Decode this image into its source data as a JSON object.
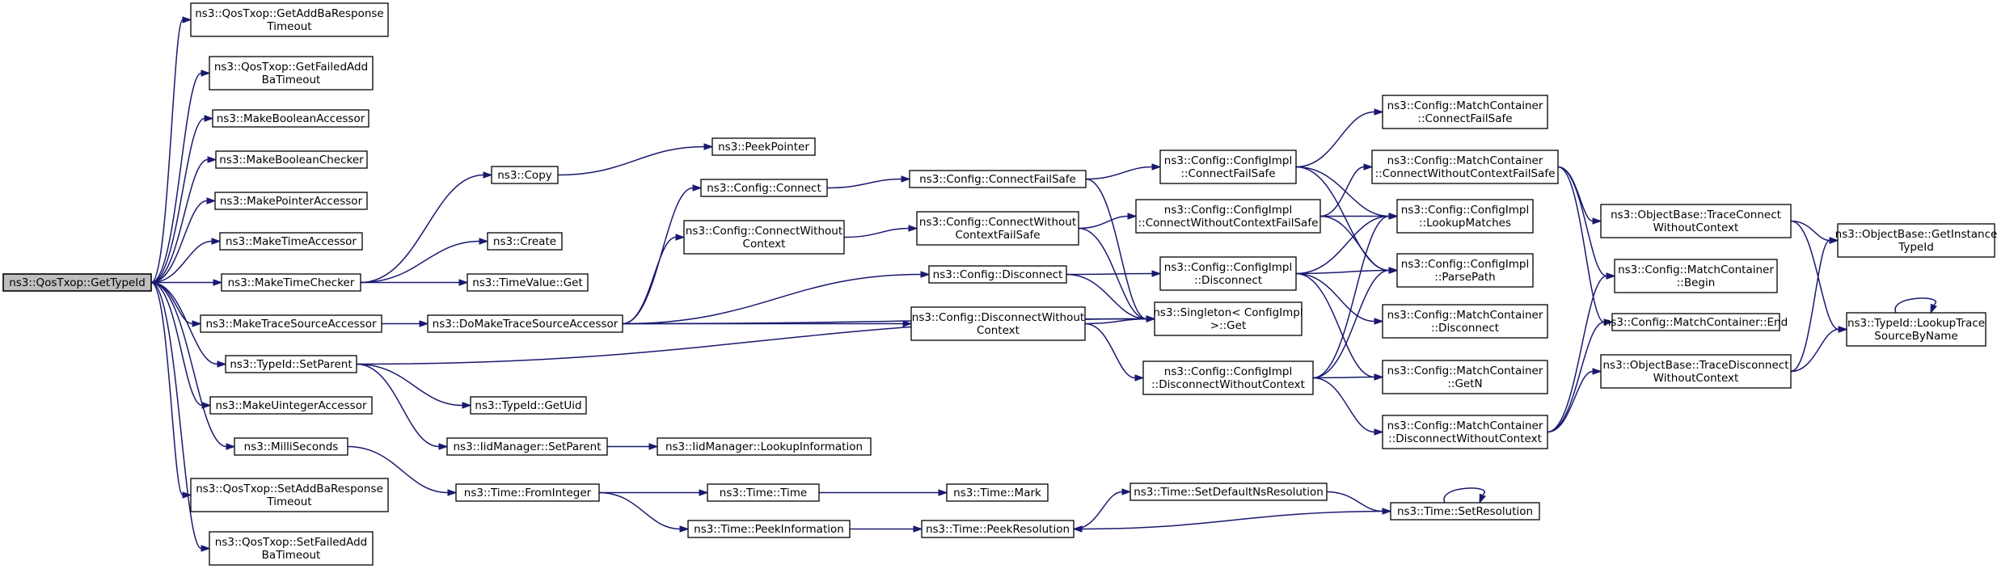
{
  "diagram": {
    "colors": {
      "edge": "#191970",
      "root_fill": "#bfbfbf",
      "node_fill": "#ffffff",
      "border": "#000000"
    },
    "nodes": [
      {
        "id": "getTypeId",
        "lines": [
          "ns3::QosTxop::GetTypeId"
        ]
      },
      {
        "id": "getAddBaResponseTimeout",
        "lines": [
          "ns3::QosTxop::GetAddBaResponse",
          "Timeout"
        ]
      },
      {
        "id": "getFailedAddBaTimeout",
        "lines": [
          "ns3::QosTxop::GetFailedAdd",
          "BaTimeout"
        ]
      },
      {
        "id": "makeBooleanAccessor",
        "lines": [
          "ns3::MakeBooleanAccessor"
        ]
      },
      {
        "id": "makeBooleanChecker",
        "lines": [
          "ns3::MakeBooleanChecker"
        ]
      },
      {
        "id": "makePointerAccessor",
        "lines": [
          "ns3::MakePointerAccessor"
        ]
      },
      {
        "id": "makeTimeAccessor",
        "lines": [
          "ns3::MakeTimeAccessor"
        ]
      },
      {
        "id": "makeTimeChecker",
        "lines": [
          "ns3::MakeTimeChecker"
        ]
      },
      {
        "id": "makeTraceSourceAccessor",
        "lines": [
          "ns3::MakeTraceSourceAccessor"
        ]
      },
      {
        "id": "typeIdSetParent",
        "lines": [
          "ns3::TypeId::SetParent"
        ]
      },
      {
        "id": "makeUintegerAccessor",
        "lines": [
          "ns3::MakeUintegerAccessor"
        ]
      },
      {
        "id": "milliSeconds",
        "lines": [
          "ns3::MilliSeconds"
        ]
      },
      {
        "id": "setAddBaResponseTimeout",
        "lines": [
          "ns3::QosTxop::SetAddBaResponse",
          "Timeout"
        ]
      },
      {
        "id": "setFailedAddBaTimeout",
        "lines": [
          "ns3::QosTxop::SetFailedAdd",
          "BaTimeout"
        ]
      },
      {
        "id": "copy",
        "lines": [
          "ns3::Copy"
        ]
      },
      {
        "id": "create",
        "lines": [
          "ns3::Create"
        ]
      },
      {
        "id": "timeValueGet",
        "lines": [
          "ns3::TimeValue::Get"
        ]
      },
      {
        "id": "doMakeTraceSourceAccessor",
        "lines": [
          "ns3::DoMakeTraceSourceAccessor"
        ]
      },
      {
        "id": "typeIdGetUid",
        "lines": [
          "ns3::TypeId::GetUid"
        ]
      },
      {
        "id": "iidManagerSetParent",
        "lines": [
          "ns3::IidManager::SetParent"
        ]
      },
      {
        "id": "timeFromInteger",
        "lines": [
          "ns3::Time::FromInteger"
        ]
      },
      {
        "id": "peekPointer",
        "lines": [
          "ns3::PeekPointer"
        ]
      },
      {
        "id": "configConnect",
        "lines": [
          "ns3::Config::Connect"
        ]
      },
      {
        "id": "configConnectWithoutContext",
        "lines": [
          "ns3::Config::ConnectWithout",
          "Context"
        ]
      },
      {
        "id": "iidManagerLookupInformation",
        "lines": [
          "ns3::IidManager::LookupInformation"
        ]
      },
      {
        "id": "timeTime",
        "lines": [
          "ns3::Time::Time"
        ]
      },
      {
        "id": "timePeekInformation",
        "lines": [
          "ns3::Time::PeekInformation"
        ]
      },
      {
        "id": "configConnectFailSafe",
        "lines": [
          "ns3::Config::ConnectFailSafe"
        ]
      },
      {
        "id": "configConnectWithoutContextFailSafe",
        "lines": [
          "ns3::Config::ConnectWithout",
          "ContextFailSafe"
        ]
      },
      {
        "id": "configDisconnect",
        "lines": [
          "ns3::Config::Disconnect"
        ]
      },
      {
        "id": "configDisconnectWithoutContext",
        "lines": [
          "ns3::Config::DisconnectWithout",
          "Context"
        ]
      },
      {
        "id": "timeMark",
        "lines": [
          "ns3::Time::Mark"
        ]
      },
      {
        "id": "timePeekResolution",
        "lines": [
          "ns3::Time::PeekResolution"
        ]
      },
      {
        "id": "implConnectFailSafe",
        "lines": [
          "ns3::Config::ConfigImpl",
          "::ConnectFailSafe"
        ]
      },
      {
        "id": "implConnectWithoutContextFailSafe",
        "lines": [
          "ns3::Config::ConfigImpl",
          "::ConnectWithoutContextFailSafe"
        ]
      },
      {
        "id": "implDisconnect",
        "lines": [
          "ns3::Config::ConfigImpl",
          "::Disconnect"
        ]
      },
      {
        "id": "singletonGet",
        "lines": [
          "ns3::Singleton< ConfigImpl",
          " >::Get"
        ]
      },
      {
        "id": "implDisconnectWithoutContext",
        "lines": [
          "ns3::Config::ConfigImpl",
          "::DisconnectWithoutContext"
        ]
      },
      {
        "id": "timeSetDefaultNsResolution",
        "lines": [
          "ns3::Time::SetDefaultNsResolution"
        ]
      },
      {
        "id": "mcConnectFailSafe",
        "lines": [
          "ns3::Config::MatchContainer",
          "::ConnectFailSafe"
        ]
      },
      {
        "id": "mcConnectWithoutContextFailSafe",
        "lines": [
          "ns3::Config::MatchContainer",
          "::ConnectWithoutContextFailSafe"
        ]
      },
      {
        "id": "implLookupMatches",
        "lines": [
          "ns3::Config::ConfigImpl",
          "::LookupMatches"
        ]
      },
      {
        "id": "implParsePath",
        "lines": [
          "ns3::Config::ConfigImpl",
          "::ParsePath"
        ]
      },
      {
        "id": "mcDisconnect",
        "lines": [
          "ns3::Config::MatchContainer",
          "::Disconnect"
        ]
      },
      {
        "id": "mcGetN",
        "lines": [
          "ns3::Config::MatchContainer",
          "::GetN"
        ]
      },
      {
        "id": "mcDisconnectWithoutContext",
        "lines": [
          "ns3::Config::MatchContainer",
          "::DisconnectWithoutContext"
        ]
      },
      {
        "id": "timeSetResolution",
        "lines": [
          "ns3::Time::SetResolution"
        ]
      },
      {
        "id": "traceConnectWithoutContext",
        "lines": [
          "ns3::ObjectBase::TraceConnect",
          "WithoutContext"
        ]
      },
      {
        "id": "mcBegin",
        "lines": [
          "ns3::Config::MatchContainer",
          "::Begin"
        ]
      },
      {
        "id": "mcEnd",
        "lines": [
          "ns3::Config::MatchContainer::End"
        ]
      },
      {
        "id": "traceDisconnectWithoutContext",
        "lines": [
          "ns3::ObjectBase::TraceDisconnect",
          "WithoutContext"
        ]
      },
      {
        "id": "getInstanceTypeId",
        "lines": [
          "ns3::ObjectBase::GetInstance",
          "TypeId"
        ]
      },
      {
        "id": "lookupTraceSourceByName",
        "lines": [
          "ns3::TypeId::LookupTrace",
          "SourceByName"
        ]
      }
    ],
    "edges": [
      [
        "getTypeId",
        "getAddBaResponseTimeout"
      ],
      [
        "getTypeId",
        "getFailedAddBaTimeout"
      ],
      [
        "getTypeId",
        "makeBooleanAccessor"
      ],
      [
        "getTypeId",
        "makeBooleanChecker"
      ],
      [
        "getTypeId",
        "makePointerAccessor"
      ],
      [
        "getTypeId",
        "makeTimeAccessor"
      ],
      [
        "getTypeId",
        "makeTimeChecker"
      ],
      [
        "getTypeId",
        "makeTraceSourceAccessor"
      ],
      [
        "getTypeId",
        "typeIdSetParent"
      ],
      [
        "getTypeId",
        "makeUintegerAccessor"
      ],
      [
        "getTypeId",
        "milliSeconds"
      ],
      [
        "getTypeId",
        "setAddBaResponseTimeout"
      ],
      [
        "getTypeId",
        "setFailedAddBaTimeout"
      ],
      [
        "makeTimeChecker",
        "copy"
      ],
      [
        "makeTimeChecker",
        "create"
      ],
      [
        "makeTimeChecker",
        "timeValueGet"
      ],
      [
        "copy",
        "peekPointer"
      ],
      [
        "makeTraceSourceAccessor",
        "doMakeTraceSourceAccessor"
      ],
      [
        "doMakeTraceSourceAccessor",
        "configConnect"
      ],
      [
        "doMakeTraceSourceAccessor",
        "configConnectWithoutContext"
      ],
      [
        "doMakeTraceSourceAccessor",
        "configDisconnect"
      ],
      [
        "doMakeTraceSourceAccessor",
        "configDisconnectWithoutContext"
      ],
      [
        "doMakeTraceSourceAccessor",
        "singletonGet"
      ],
      [
        "typeIdSetParent",
        "typeIdGetUid"
      ],
      [
        "typeIdSetParent",
        "iidManagerSetParent"
      ],
      [
        "typeIdSetParent",
        "singletonGet"
      ],
      [
        "iidManagerSetParent",
        "iidManagerLookupInformation"
      ],
      [
        "milliSeconds",
        "timeFromInteger"
      ],
      [
        "timeFromInteger",
        "timeTime"
      ],
      [
        "timeFromInteger",
        "timePeekInformation"
      ],
      [
        "timeTime",
        "timeMark"
      ],
      [
        "timePeekInformation",
        "timePeekResolution"
      ],
      [
        "timePeekResolution",
        "timeSetDefaultNsResolution"
      ],
      [
        "timeSetDefaultNsResolution",
        "timeSetResolution"
      ],
      [
        "timeSetResolution",
        "timePeekResolution"
      ],
      [
        "timeSetResolution",
        "timeSetResolution"
      ],
      [
        "configConnect",
        "configConnectFailSafe"
      ],
      [
        "configConnectWithoutContext",
        "configConnectWithoutContextFailSafe"
      ],
      [
        "configConnectFailSafe",
        "implConnectFailSafe"
      ],
      [
        "configConnectFailSafe",
        "singletonGet"
      ],
      [
        "configConnectWithoutContextFailSafe",
        "implConnectWithoutContextFailSafe"
      ],
      [
        "configConnectWithoutContextFailSafe",
        "singletonGet"
      ],
      [
        "configDisconnect",
        "implDisconnect"
      ],
      [
        "configDisconnect",
        "singletonGet"
      ],
      [
        "configDisconnectWithoutContext",
        "implDisconnectWithoutContext"
      ],
      [
        "configDisconnectWithoutContext",
        "singletonGet"
      ],
      [
        "implConnectFailSafe",
        "mcConnectFailSafe"
      ],
      [
        "implConnectFailSafe",
        "implLookupMatches"
      ],
      [
        "implConnectFailSafe",
        "implParsePath"
      ],
      [
        "implConnectWithoutContextFailSafe",
        "mcConnectWithoutContextFailSafe"
      ],
      [
        "implConnectWithoutContextFailSafe",
        "implLookupMatches"
      ],
      [
        "implConnectWithoutContextFailSafe",
        "implParsePath"
      ],
      [
        "implDisconnect",
        "implLookupMatches"
      ],
      [
        "implDisconnect",
        "implParsePath"
      ],
      [
        "implDisconnect",
        "mcDisconnect"
      ],
      [
        "implDisconnect",
        "mcGetN"
      ],
      [
        "implDisconnectWithoutContext",
        "implLookupMatches"
      ],
      [
        "implDisconnectWithoutContext",
        "implParsePath"
      ],
      [
        "implDisconnectWithoutContext",
        "mcGetN"
      ],
      [
        "implDisconnectWithoutContext",
        "mcDisconnectWithoutContext"
      ],
      [
        "mcConnectWithoutContextFailSafe",
        "traceConnectWithoutContext"
      ],
      [
        "mcConnectWithoutContextFailSafe",
        "mcBegin"
      ],
      [
        "mcConnectWithoutContextFailSafe",
        "mcEnd"
      ],
      [
        "mcDisconnectWithoutContext",
        "mcBegin"
      ],
      [
        "mcDisconnectWithoutContext",
        "mcEnd"
      ],
      [
        "mcDisconnectWithoutContext",
        "traceDisconnectWithoutContext"
      ],
      [
        "traceConnectWithoutContext",
        "getInstanceTypeId"
      ],
      [
        "traceConnectWithoutContext",
        "lookupTraceSourceByName"
      ],
      [
        "traceDisconnectWithoutContext",
        "getInstanceTypeId"
      ],
      [
        "traceDisconnectWithoutContext",
        "lookupTraceSourceByName"
      ],
      [
        "lookupTraceSourceByName",
        "lookupTraceSourceByName"
      ]
    ]
  }
}
